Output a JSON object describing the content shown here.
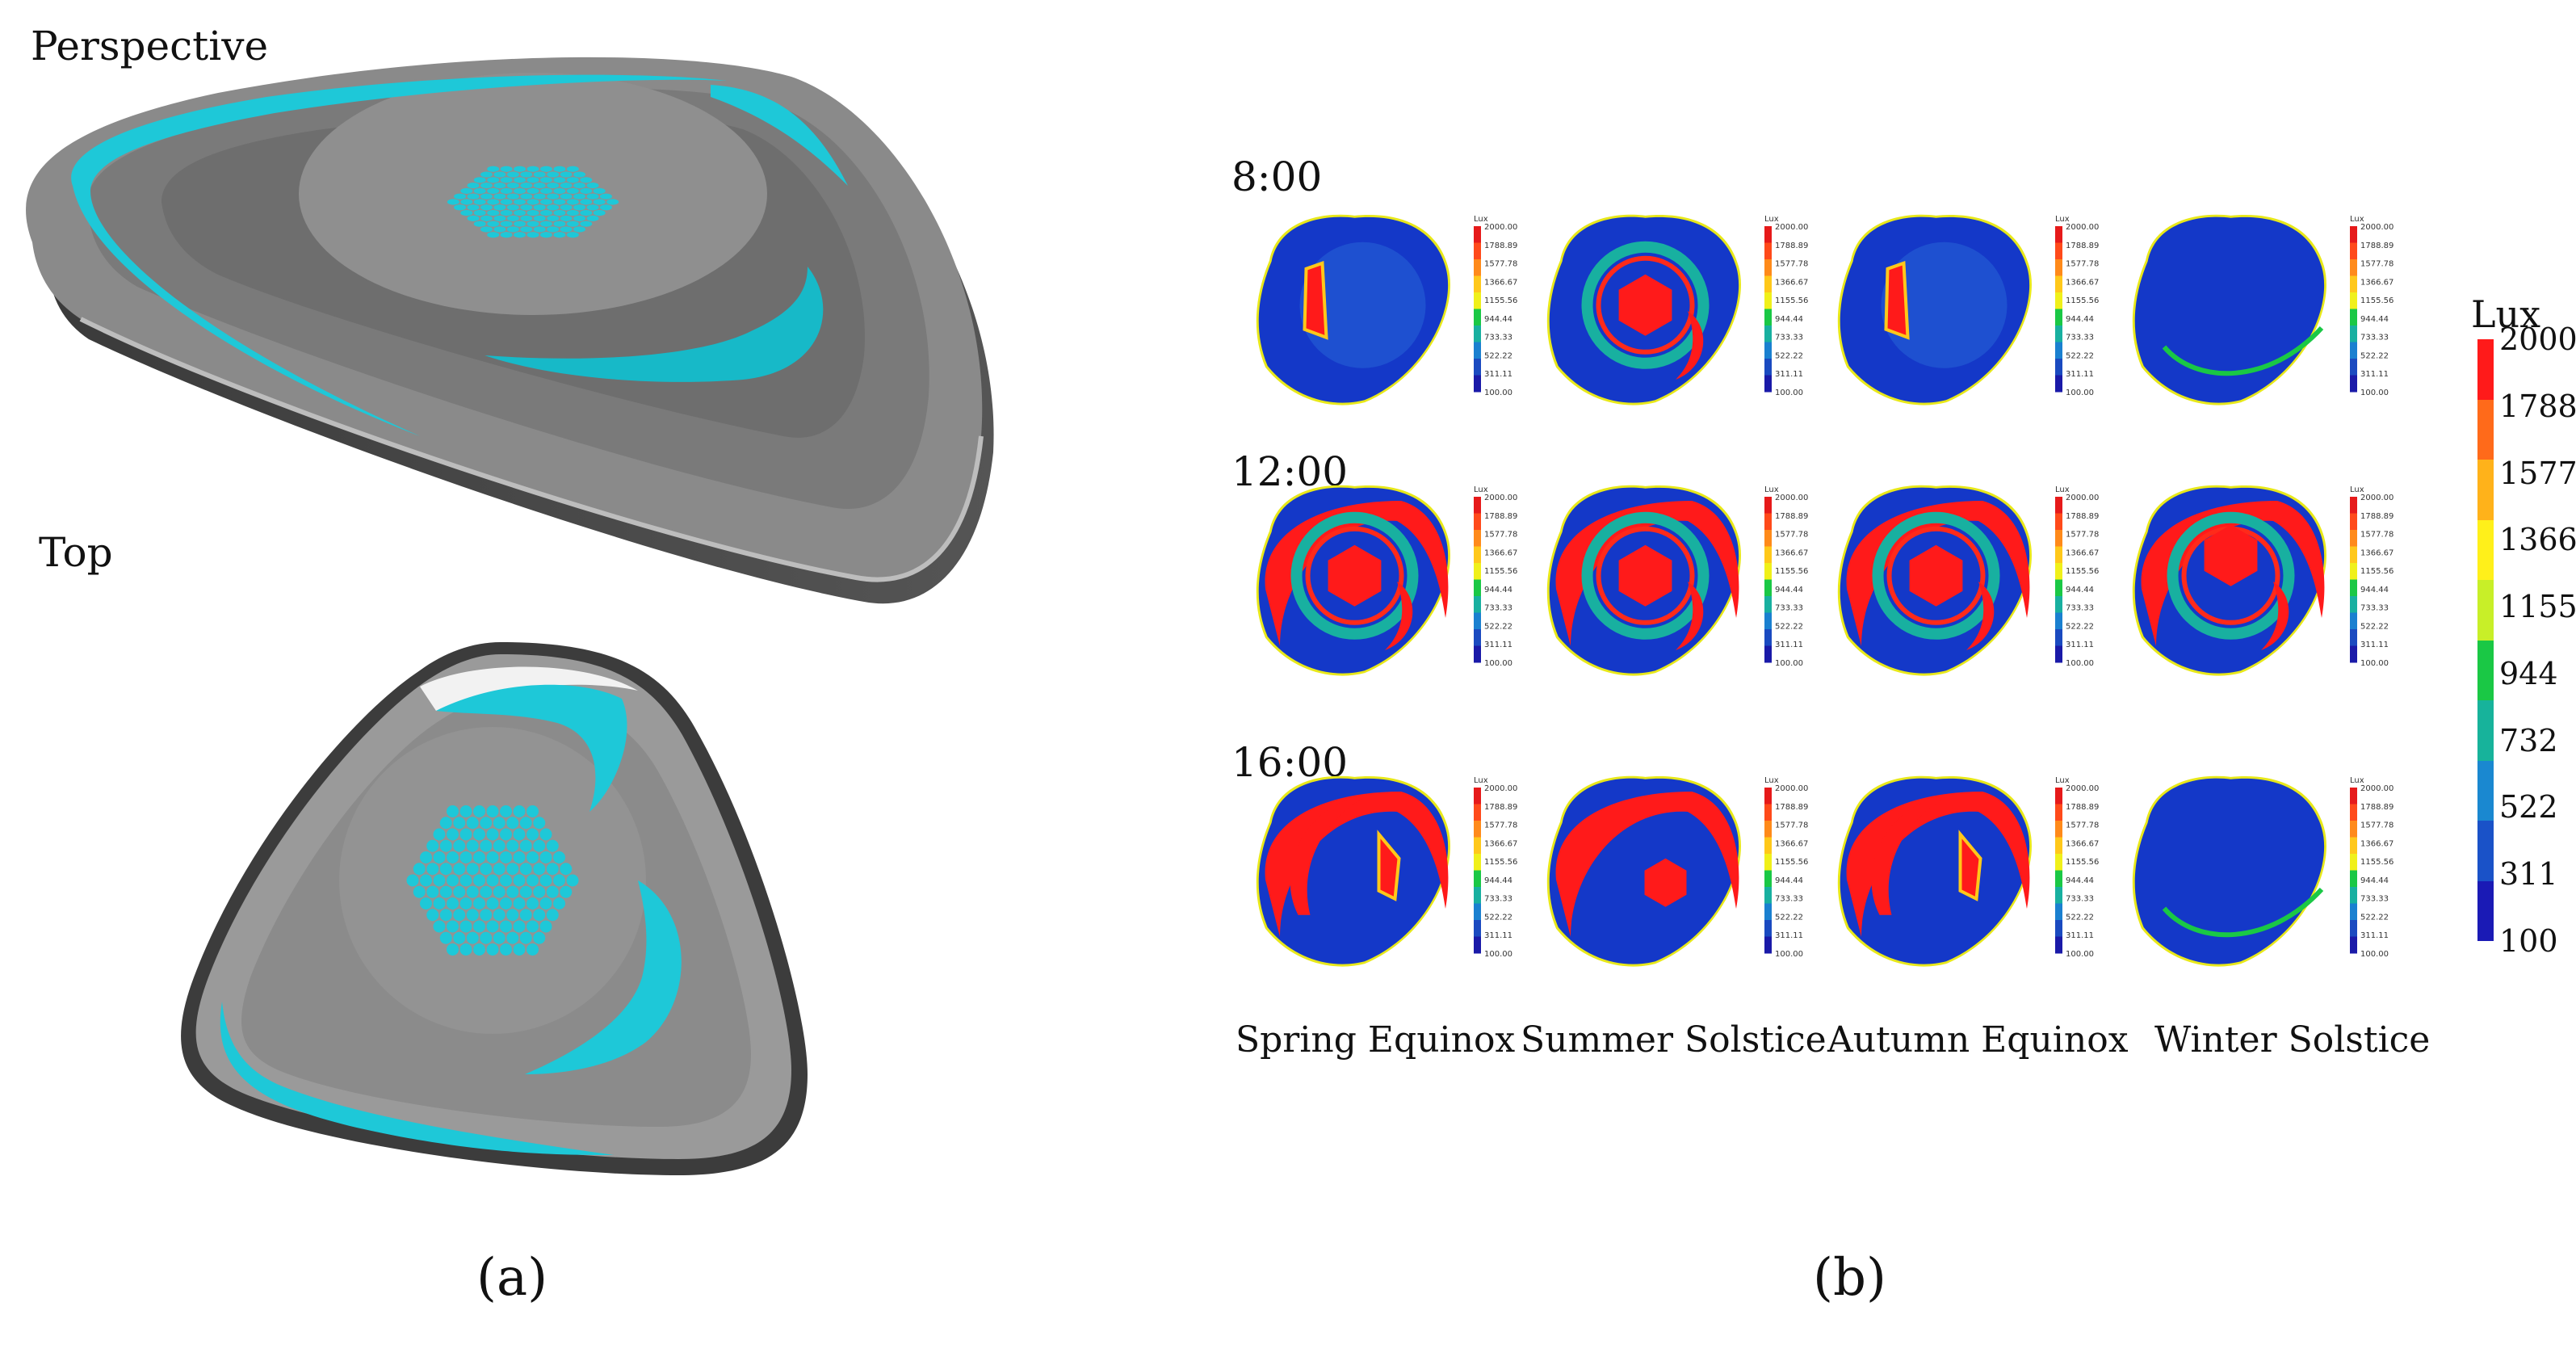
{
  "panel_a": {
    "perspective_label": "Perspective",
    "top_label": "Top",
    "caption": "(a)"
  },
  "panel_b": {
    "caption": "(b)",
    "times": [
      "8:00",
      "12:00",
      "16:00"
    ],
    "seasons": [
      "Spring Equinox",
      "Summer Solstice",
      "Autumn Equinox",
      "Winter Solstice"
    ],
    "mini_legend_title": "Lux",
    "mini_legend_ticks": [
      "2000.00",
      "1788.89",
      "1577.78",
      "1366.67",
      "1155.56",
      "944.44",
      "733.33",
      "522.22",
      "311.11",
      "100.00"
    ],
    "legend_title": "Lux",
    "legend_ticks": [
      "2000",
      "1788",
      "1577",
      "1366",
      "1155",
      "944",
      "732",
      "522",
      "311",
      "100"
    ],
    "legend_colors": [
      "#ff1a1a",
      "#ff6a1a",
      "#ffb21a",
      "#fff01a",
      "#c8ef28",
      "#1ac845",
      "#17b39b",
      "#1a88d0",
      "#1a52c8",
      "#1a1ab5"
    ]
  }
}
